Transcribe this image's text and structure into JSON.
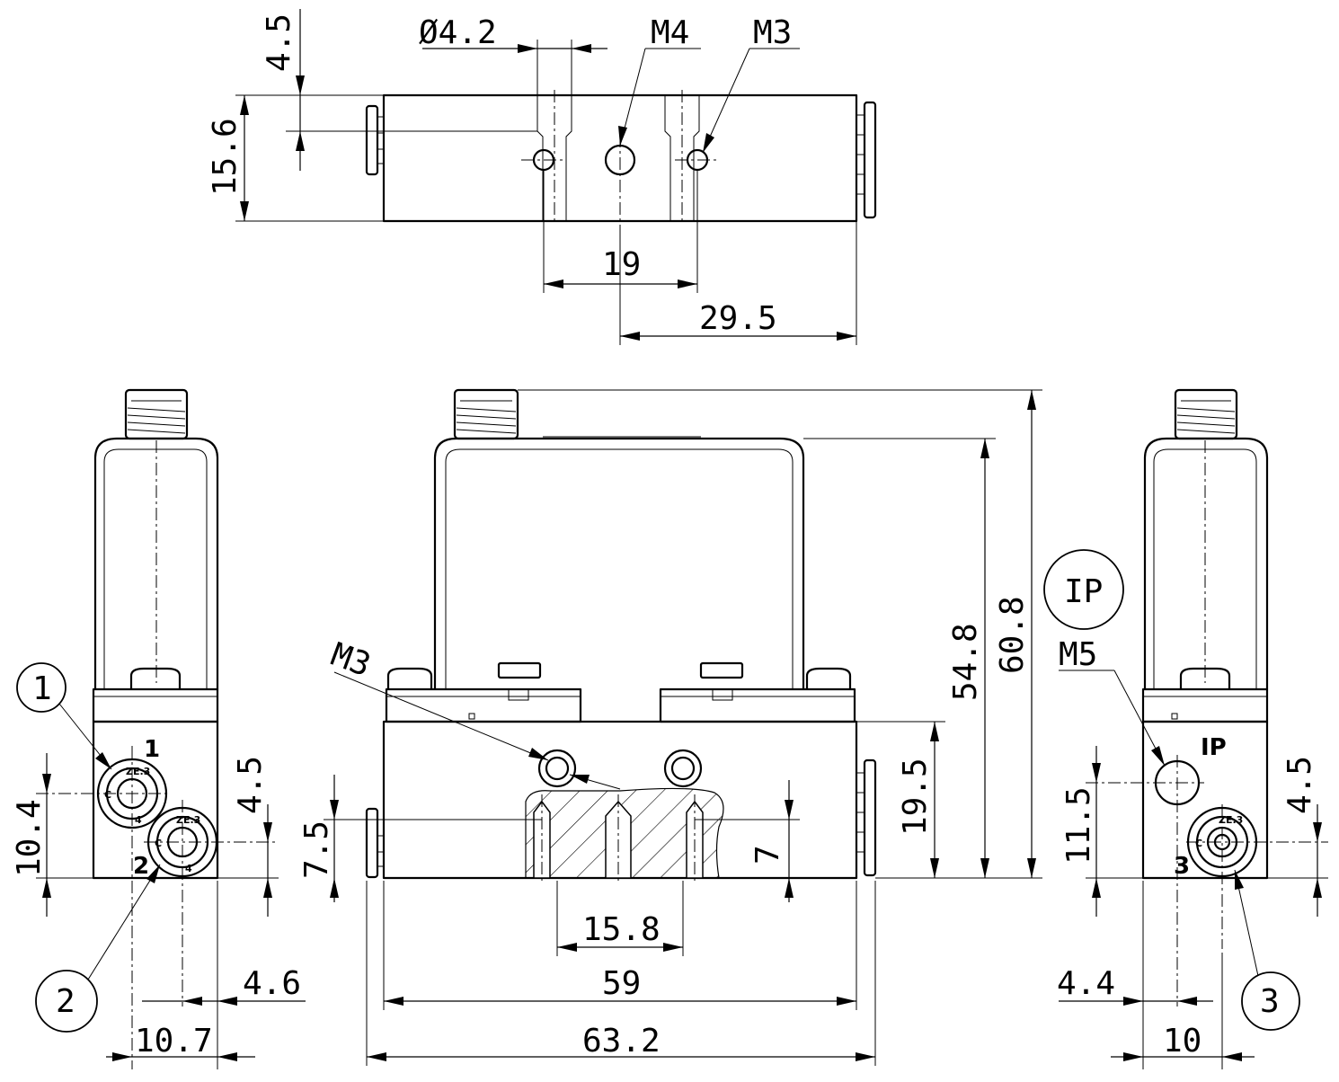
{
  "drawing": {
    "top_view": {
      "dims": {
        "depth_4_5": "4.5",
        "height_15_6": "15.6",
        "bore_dia": "Ø4.2",
        "thread_m4": "M4",
        "thread_m3": "M3",
        "pitch_19": "19",
        "offset_29_5": "29.5"
      }
    },
    "front_view": {
      "dims": {
        "thread_m3": "M3",
        "height_54_8": "54.8",
        "height_60_8": "60.8",
        "height_19_5": "19.5",
        "height_7_5": "7.5",
        "height_7": "7",
        "pitch_15_8": "15.8",
        "width_59": "59",
        "width_63_2": "63.2"
      }
    },
    "left_view": {
      "dims": {
        "height_10_4": "10.4",
        "height_4_5": "4.5",
        "width_4_6": "4.6",
        "width_10_7": "10.7"
      },
      "port_labels": {
        "port_1": "1",
        "port_2": "2"
      },
      "callouts": {
        "callout_1": "1",
        "callout_2": "2"
      }
    },
    "right_view": {
      "dims": {
        "thread_m5": "M5",
        "height_11_5": "11.5",
        "height_4_5": "4.5",
        "width_4_4": "4.4",
        "width_10": "10"
      },
      "marking": "IP",
      "port_labels": {
        "port_3": "3"
      },
      "callouts": {
        "callout_3": "3",
        "callout_ip": "IP"
      }
    }
  }
}
